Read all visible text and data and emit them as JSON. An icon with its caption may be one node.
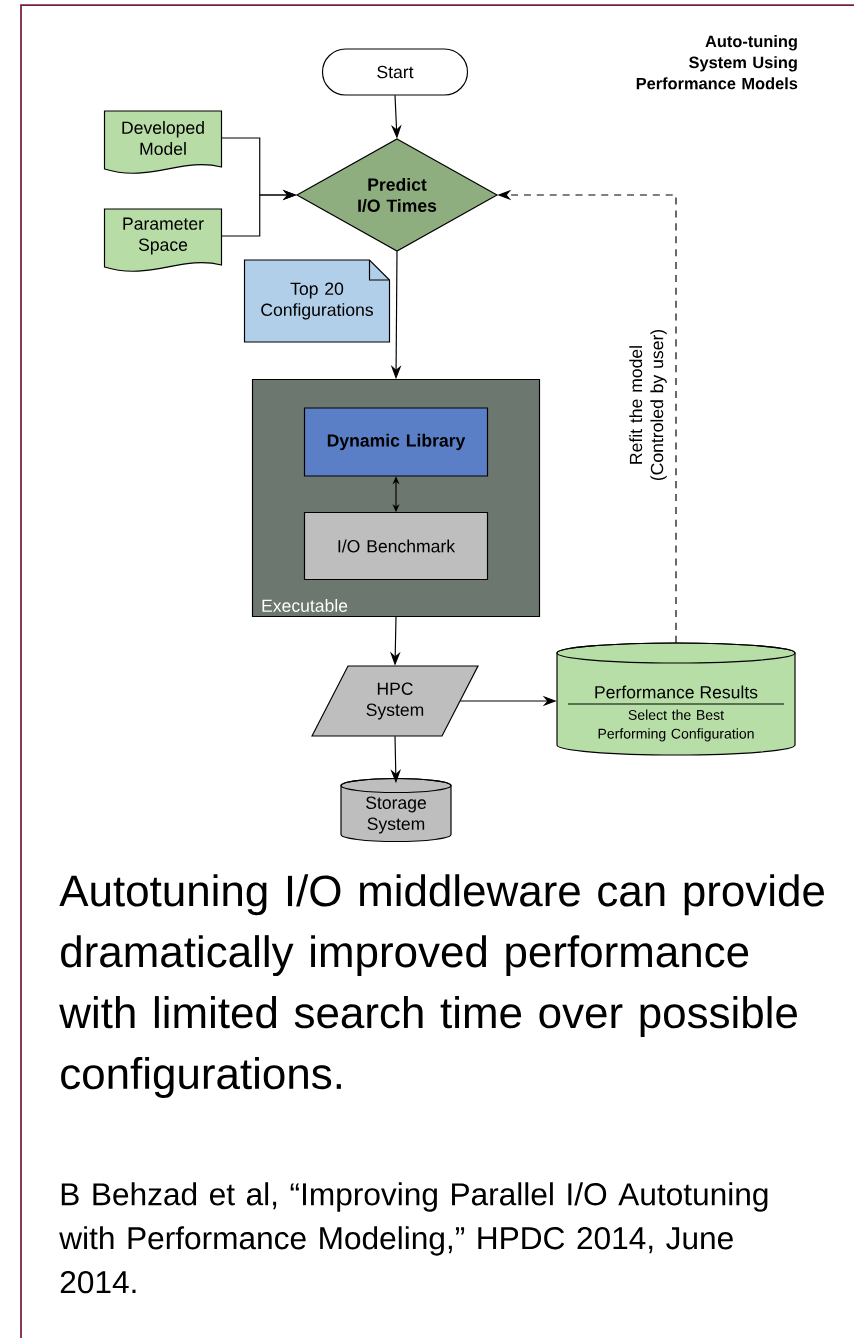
{
  "diagram": {
    "title": "Auto-tuning System Using Performance Models",
    "caption": "Autotuning I/O middleware can provide dramatically improved performance with limited search time over possible configurations.",
    "nodes": [
      {
        "text": [
          "Start"
        ]
      },
      {
        "text": [
          "Developed Model"
        ]
      },
      {
        "text": [
          "Parameter Space"
        ]
      },
      {
        "text": [
          "Predict I/O Times"
        ]
      },
      {
        "text": [
          "Top 20 Configurations"
        ]
      },
      {
        "text": [
          "Executable"
        ]
      },
      {
        "text": [
          "Dynamic Library"
        ],
        "in": 5
      },
      {
        "text": [
          "I/O Benchmark"
        ],
        "in": 5
      },
      {
        "text": [
          "HPC System"
        ]
      },
      {
        "text": [
          "Performance Results",
          "Select the Best Performing Configuration"
        ]
      },
      {
        "text": [
          "Storage System"
        ]
      }
    ],
    "edges": [
      {
        "from": 0,
        "to": 3,
        "arrow": "to"
      },
      {
        "from": 1,
        "to": 3,
        "arrow": "to"
      },
      {
        "from": 2,
        "to": 3,
        "arrow": "to"
      },
      {
        "from": 3,
        "to": 5,
        "arrow": "to"
      },
      {
        "from": 6,
        "to": 7,
        "arrow": "both"
      },
      {
        "from": 5,
        "to": 8,
        "arrow": "to"
      },
      {
        "from": 8,
        "to": 9,
        "arrow": "to"
      },
      {
        "from": 8,
        "to": 10,
        "arrow": "to"
      },
      {
        "from": 9,
        "to": 3,
        "arrow": "to",
        "style": "dashed",
        "label": "Refit the model (Controled by user)"
      }
    ],
    "labels": [
      "B Behzad et al, “Improving Parallel I/O Autotuning with Performance Modeling,” HPDC 2014, June 2014."
    ]
  }
}
